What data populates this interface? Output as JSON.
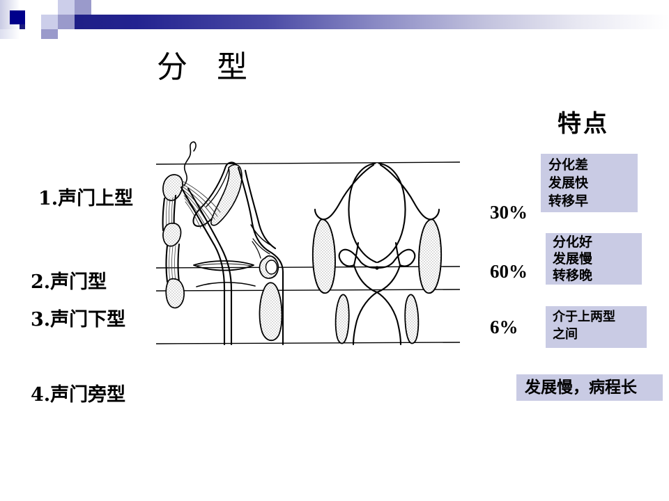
{
  "slide": {
    "main_title": "分  型",
    "feature_title": "特点"
  },
  "decoration": {
    "accent_dark": "#00008B",
    "accent_mid": "#9a9acb",
    "accent_light": "#ccceea",
    "band_from": "#1b1b7e",
    "band_to": "#ffffff"
  },
  "classification": {
    "items": [
      {
        "label": "1.声门上型"
      },
      {
        "label": "2.声门型"
      },
      {
        "label": "3.声门下型"
      },
      {
        "label": "4.声门旁型"
      }
    ]
  },
  "percentages": [
    {
      "value": "30%"
    },
    {
      "value": "60%"
    },
    {
      "value": "6%"
    }
  ],
  "features": {
    "box_color": "#c9cbe4",
    "boxes": [
      {
        "lines": [
          "分化差",
          "发展快",
          "转移早"
        ]
      },
      {
        "lines": [
          "分化好",
          "发展慢",
          "转移晚"
        ]
      },
      {
        "lines": [
          "介于上两型",
          "之间"
        ]
      },
      {
        "lines": [
          "发展慢，病程长"
        ]
      }
    ]
  },
  "diagram": {
    "name": "larynx-sagittal-and-coronal-diagram",
    "views": [
      "sagittal-section",
      "coronal-section"
    ],
    "level_lines": 4
  }
}
